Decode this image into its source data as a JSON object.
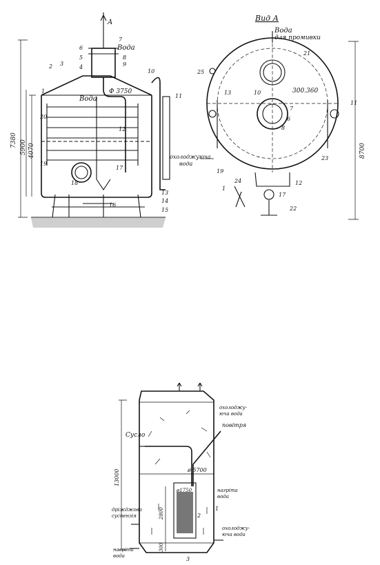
{
  "figure_top": {
    "side_view": {
      "arrow_label": "A",
      "water_label_top": "Вода",
      "water_label_mid": "Вода",
      "diameter": "Ф 3750",
      "dims": [
        "7380",
        "5900",
        "4070"
      ],
      "part_numbers": [
        "1",
        "2",
        "3",
        "4",
        "5",
        "6",
        "7",
        "8",
        "9",
        "10",
        "11",
        "12",
        "13",
        "14",
        "15",
        "16",
        "17",
        "18",
        "19",
        "20"
      ]
    },
    "plan_view": {
      "title": "Вид А",
      "water_label": "Вода",
      "wash_label": "для промивки",
      "dim_right": "8700",
      "dim_inner": "300.360",
      "cooling_label_1": "охолоджуюча",
      "cooling_label_2": "вода",
      "part_numbers": [
        "21",
        "13",
        "10",
        "7",
        "8",
        "6",
        "11",
        "23",
        "19",
        "24",
        "12",
        "17",
        "22",
        "25",
        "1"
      ]
    }
  },
  "figure_bottom": {
    "labels": {
      "wort": "Сусло",
      "air": "повітря",
      "yeast_1": "дріжджова",
      "yeast_2": "суспензія",
      "heated_water_top_1": "нагріта",
      "heated_water_top_2": "вода",
      "heated_water_bottom_1": "нагріта",
      "heated_water_bottom_2": "вода",
      "cooling_top_1": "охолоджу-",
      "cooling_top_2": "юча вода",
      "cooling_bottom_1": "охолоджу-",
      "cooling_bottom_2": "юча вода"
    },
    "dims": {
      "height": "13000",
      "diameter": "ø 5700",
      "inner_diameter": "ø1750",
      "inner_height": "2800",
      "bottom_gap": "300"
    },
    "part_numbers": [
      "1",
      "2",
      "3"
    ]
  }
}
